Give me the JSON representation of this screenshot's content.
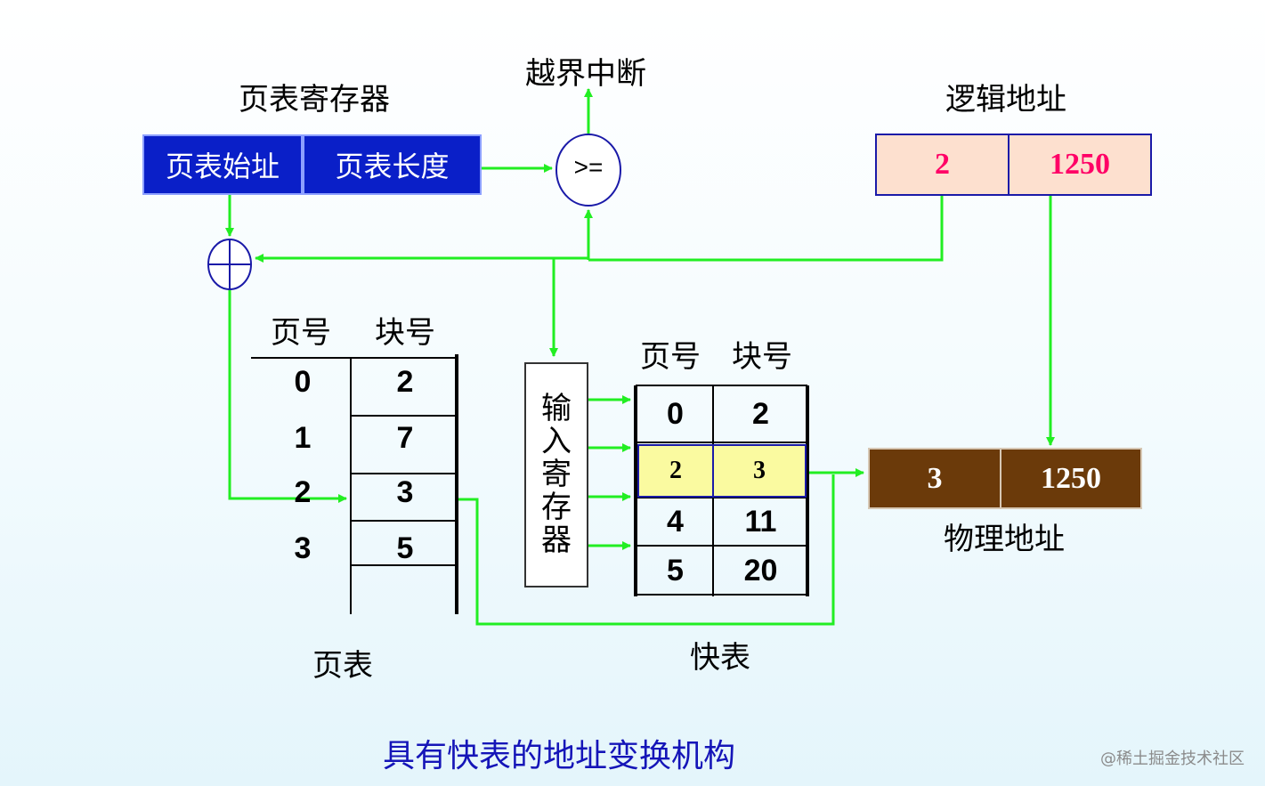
{
  "page_table_register": {
    "title": "页表寄存器",
    "start_label": "页表始址",
    "length_label": "页表长度"
  },
  "comparator": {
    "symbol": ">="
  },
  "interrupt_label": "越界中断",
  "logical_address": {
    "title": "逻辑地址",
    "page": "2",
    "offset": "1250"
  },
  "physical_address": {
    "title": "物理地址",
    "block": "3",
    "offset": "1250"
  },
  "page_table": {
    "header_page": "页号",
    "header_block": "块号",
    "rows": [
      {
        "page": "0",
        "block": "2"
      },
      {
        "page": "1",
        "block": "7"
      },
      {
        "page": "2",
        "block": "3"
      },
      {
        "page": "3",
        "block": "5"
      }
    ],
    "caption": "页表"
  },
  "input_register": {
    "chars": [
      "输",
      "入",
      "寄",
      "存",
      "器"
    ]
  },
  "tlb": {
    "header_page": "页号",
    "header_block": "块号",
    "rows": [
      {
        "page": "0",
        "block": "2"
      },
      {
        "page": "2",
        "block": "3"
      },
      {
        "page": "4",
        "block": "11"
      },
      {
        "page": "5",
        "block": "20"
      }
    ],
    "highlight_row": 1,
    "caption": "快表"
  },
  "figure_caption": "具有快表的地址变换机构",
  "watermark": "@稀土掘金技术社区",
  "colors": {
    "arrow": "#22ee22",
    "register": "#0a1fc8",
    "physical": "#6b3a0a",
    "logical_bg": "#fde0cf",
    "logical_text": "#ff0066",
    "highlight": "#fafaa0",
    "caption": "#1515b8"
  }
}
